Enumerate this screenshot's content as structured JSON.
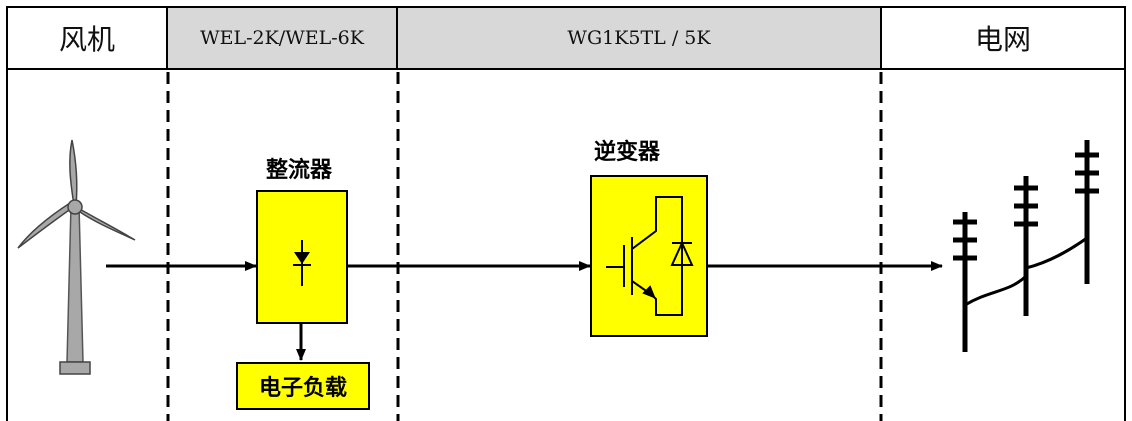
{
  "header": {
    "wind_turbine": "风机",
    "rectifier_models": "WEL-2K/WEL-6K",
    "inverter_models": "WG1K5TL / 5K",
    "grid": "电网"
  },
  "blocks": {
    "rectifier_label": "整流器",
    "inverter_label": "逆变器",
    "dump_load_label": "电子负载"
  },
  "colors": {
    "block_fill": "#ffff00",
    "header_gray": "#d8d8d8",
    "turbine_gray": "#a8a8a8"
  },
  "icons": [
    "wind-turbine-icon",
    "diode-icon",
    "igbt-icon",
    "power-pole-icon"
  ]
}
